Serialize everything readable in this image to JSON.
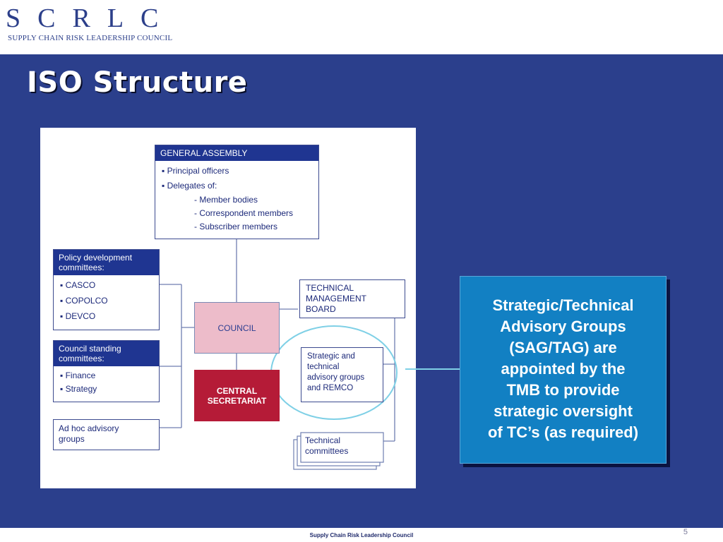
{
  "header": {
    "logo_letters": "SCRLC",
    "logo_subtitle": "SUPPLY CHAIN RISK LEADERSHIP COUNCIL"
  },
  "slide": {
    "title": "ISO Structure",
    "page_number": "5",
    "footer": "Supply Chain Risk Leadership Council"
  },
  "diagram": {
    "general_assembly": {
      "header": "GENERAL ASSEMBLY",
      "items": [
        "▪ Principal officers",
        "▪ Delegates of:"
      ],
      "sub_items": [
        "- Member bodies",
        "- Correspondent members",
        "- Subscriber members"
      ]
    },
    "policy_committees": {
      "header_line1": "Policy development",
      "header_line2": "committees:",
      "items": [
        "▪ CASCO",
        "▪ COPOLCO",
        "▪ DEVCO"
      ]
    },
    "council_standing": {
      "header_line1": "Council standing",
      "header_line2": "committees:",
      "items": [
        "▪ Finance",
        "▪ Strategy"
      ]
    },
    "ad_hoc": {
      "line1": "Ad hoc advisory",
      "line2": "groups"
    },
    "council": "COUNCIL",
    "central_secretariat": {
      "line1": "CENTRAL",
      "line2": "SECRETARIAT"
    },
    "tmb": {
      "line1": "TECHNICAL",
      "line2": "MANAGEMENT",
      "line3": "BOARD"
    },
    "strategic": {
      "line1": "Strategic and",
      "line2": "technical",
      "line3": "advisory groups",
      "line4": "and REMCO"
    },
    "technical_committees": {
      "line1": "Technical",
      "line2": "committees"
    }
  },
  "callout": {
    "lines": [
      "Strategic/Technical",
      "Advisory Groups",
      "(SAG/TAG) are",
      "appointed by the",
      "TMB to provide",
      "strategic oversight",
      "of TC’s (as required)"
    ]
  },
  "colors": {
    "panel_bg": "#2b3f8c",
    "header_blue": "#1f3591",
    "council_pink": "#edbcca",
    "secretariat_red": "#b51b37",
    "callout_blue": "#1280c3",
    "highlight_cyan": "#7fd0e6"
  }
}
